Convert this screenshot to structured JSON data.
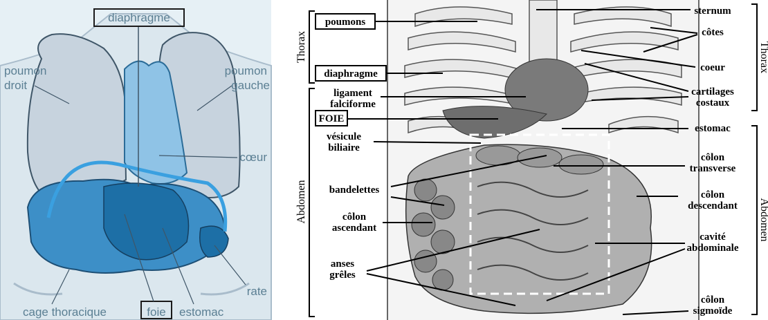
{
  "left_figure": {
    "colors": {
      "background": "#e6f0f5",
      "lung_fill": "#c7d3de",
      "blue_dark": "#1d6fa6",
      "blue_mid": "#3d8fc7",
      "blue_light": "#8fc3e6",
      "label_text": "#5b7f93"
    },
    "labels": {
      "diaphragm": "diaphragme",
      "right_lung_1": "poumon",
      "right_lung_2": "droit",
      "left_lung_1": "poumon",
      "left_lung_2": "gauche",
      "heart": "cœur",
      "spleen": "rate",
      "rib_cage": "cage thoracique",
      "liver": "foie",
      "stomach": "estomac"
    }
  },
  "right_figure": {
    "colors": {
      "background": "#ffffff",
      "ink": "#000000",
      "organ_gray": "#8a8a8a",
      "bone": "#e8e8e8"
    },
    "sections": {
      "thorax_left": "Thorax",
      "abdomen_left": "Abdomen",
      "thorax_right": "Thorax",
      "abdomen_right": "Abdomen"
    },
    "left_labels": {
      "lungs": "poumons",
      "diaphragm": "diaphragme",
      "falciform_1": "ligament",
      "falciform_2": "falciforme",
      "liver": "FOIE",
      "gallbladder_1": "vésicule",
      "gallbladder_2": "biliaire",
      "bands": "bandelettes",
      "asc_colon_1": "côlon",
      "asc_colon_2": "ascendant",
      "small_int_1": "anses",
      "small_int_2": "grêles"
    },
    "right_labels": {
      "sternum": "sternum",
      "ribs": "côtes",
      "heart": "coeur",
      "cartilage_1": "cartilages",
      "cartilage_2": "costaux",
      "stomach": "estomac",
      "trans_colon_1": "côlon",
      "trans_colon_2": "transverse",
      "desc_colon_1": "côlon",
      "desc_colon_2": "descendant",
      "cavity_1": "cavité",
      "cavity_2": "abdominale",
      "sigmoid_1": "côlon",
      "sigmoid_2": "sigmoïde"
    }
  }
}
